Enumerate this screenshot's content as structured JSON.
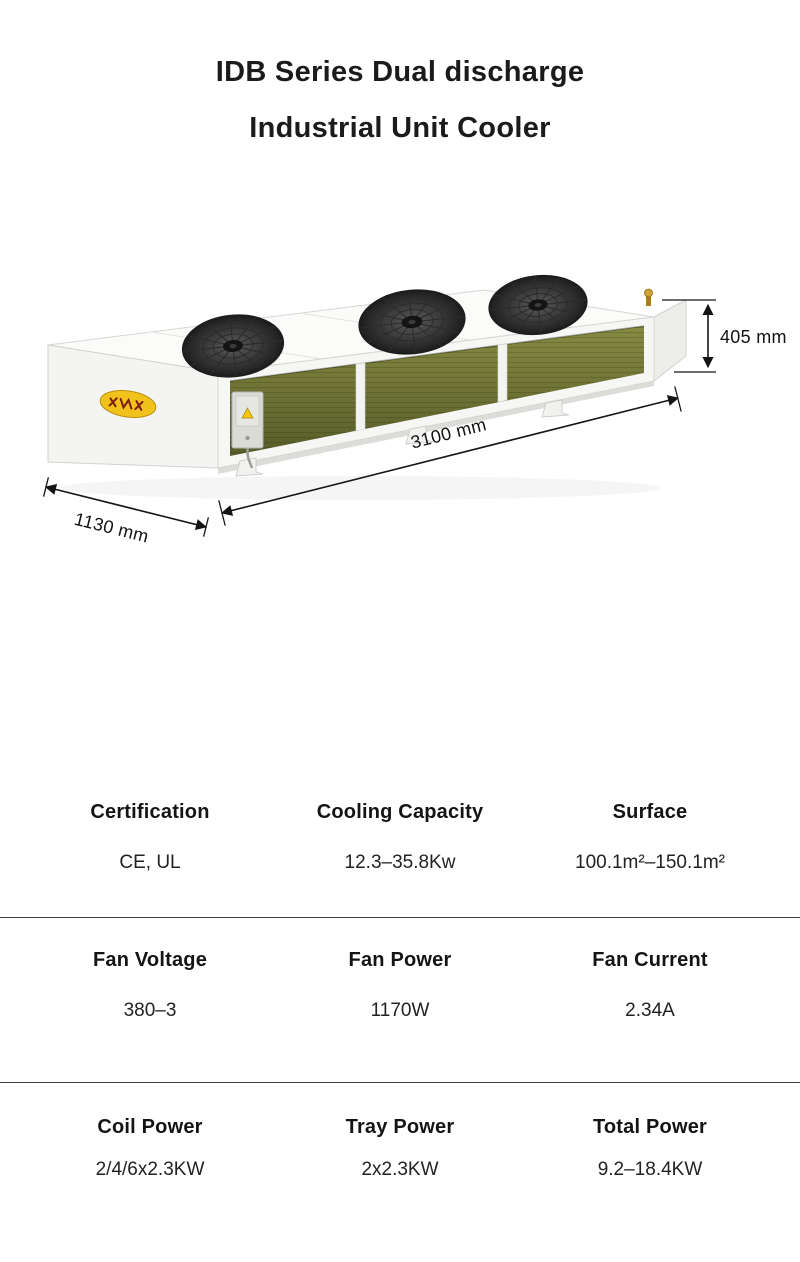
{
  "header": {
    "title_line1": "IDB Series Dual discharge",
    "title_line2": "Industrial Unit Cooler"
  },
  "figure": {
    "dim_height": "405 mm",
    "dim_length": "3100 mm",
    "dim_depth": "1130 mm",
    "colors": {
      "coil_green": "#6e7335",
      "body_white": "#f6f6f4",
      "logo_yellow": "#f2c21c",
      "dimension_ink": "#161616"
    }
  },
  "specs": {
    "groups": [
      {
        "cells": [
          {
            "label": "Certification",
            "value": "CE, UL"
          },
          {
            "label": "Cooling Capacity",
            "value": "12.3–35.8Kw"
          },
          {
            "label": "Surface",
            "value": "100.1m²–150.1m²"
          }
        ]
      },
      {
        "cells": [
          {
            "label": "Fan Voltage",
            "value": "380–3"
          },
          {
            "label": "Fan Power",
            "value": "1170W"
          },
          {
            "label": "Fan Current",
            "value": "2.34A"
          }
        ]
      },
      {
        "cells": [
          {
            "label": "Coil Power",
            "value": "2/4/6x2.3KW"
          },
          {
            "label": "Tray Power",
            "value": "2x2.3KW"
          },
          {
            "label": "Total Power",
            "value": "9.2–18.4KW"
          }
        ]
      }
    ]
  }
}
